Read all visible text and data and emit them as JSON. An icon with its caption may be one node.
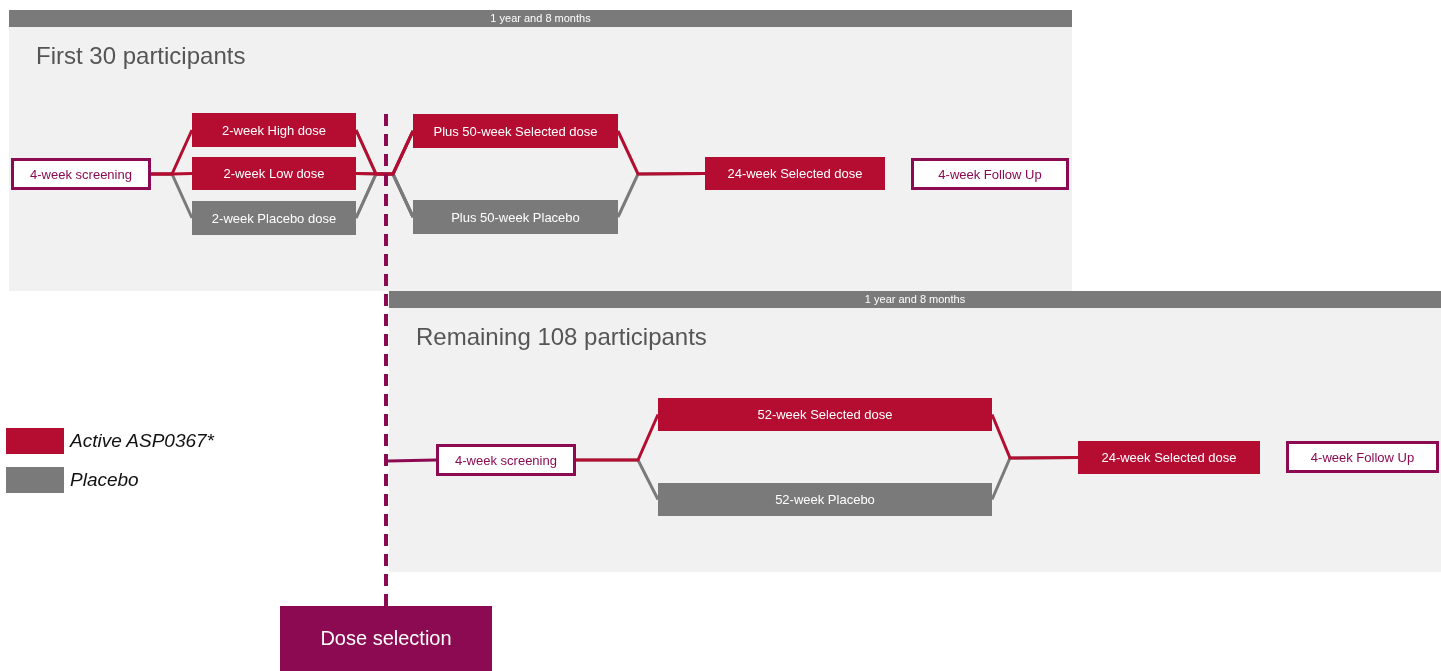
{
  "diagram": {
    "nodes": [
      {
        "text": [
          "1 year and 8 months",
          "First 30 participants"
        ]
      },
      {
        "text": [
          "4-week screening"
        ],
        "in": 0
      },
      {
        "text": [
          "2-week High dose"
        ],
        "in": 0
      },
      {
        "text": [
          "2-week Low dose"
        ],
        "in": 0
      },
      {
        "text": [
          "2-week Placebo dose"
        ],
        "in": 0
      },
      {
        "text": [
          "Plus 50-week Selected dose"
        ],
        "in": 0
      },
      {
        "text": [
          "Plus 50-week Placebo"
        ],
        "in": 0
      },
      {
        "text": [
          "24-week Selected dose"
        ],
        "in": 0
      },
      {
        "text": [
          "4-week Follow Up"
        ],
        "in": 0
      },
      {
        "text": [
          "1 year and 8 months",
          "Remaining 108 participants"
        ]
      },
      {
        "text": [
          "4-week screening"
        ],
        "in": 9
      },
      {
        "text": [
          "52-week Selected dose"
        ],
        "in": 9
      },
      {
        "text": [
          "52-week Placebo"
        ],
        "in": 9
      },
      {
        "text": [
          "24-week Selected dose"
        ],
        "in": 9
      },
      {
        "text": [
          "4-week Follow Up"
        ],
        "in": 9
      },
      {
        "text": [
          "Dose selection"
        ]
      }
    ],
    "edges": [
      {
        "from": 1,
        "to": 2,
        "arrow": "none",
        "color": "#b50d31"
      },
      {
        "from": 1,
        "to": 3,
        "arrow": "none",
        "color": "#b50d31"
      },
      {
        "from": 1,
        "to": 4,
        "arrow": "none"
      },
      {
        "from": 2,
        "to": 5,
        "arrow": "none",
        "color": "#b50d31"
      },
      {
        "from": 2,
        "to": 6,
        "arrow": "none"
      },
      {
        "from": 3,
        "to": 5,
        "arrow": "none",
        "color": "#b50d31"
      },
      {
        "from": 3,
        "to": 6,
        "arrow": "none"
      },
      {
        "from": 4,
        "to": 5,
        "arrow": "none"
      },
      {
        "from": 4,
        "to": 6,
        "arrow": "none"
      },
      {
        "from": 5,
        "to": 7,
        "arrow": "none",
        "color": "#b50d31"
      },
      {
        "from": 6,
        "to": 7,
        "arrow": "none"
      },
      {
        "from": 10,
        "to": 11,
        "arrow": "none",
        "color": "#b50d31"
      },
      {
        "from": 10,
        "to": 12,
        "arrow": "none"
      },
      {
        "from": 11,
        "to": 13,
        "arrow": "none",
        "color": "#b50d31"
      },
      {
        "from": 12,
        "to": 13,
        "arrow": "none"
      },
      {
        "from": 15,
        "to": null,
        "arrow": "none",
        "style": "dashed",
        "color": "#8c0a52"
      },
      {
        "from": null,
        "to": 10,
        "arrow": "none",
        "color": "#8c0a52"
      }
    ],
    "legend": [
      {
        "text": "Active ASP0367*",
        "color": "#b50d31"
      },
      {
        "text": "Placebo",
        "color": "#7a7a7a"
      }
    ]
  }
}
